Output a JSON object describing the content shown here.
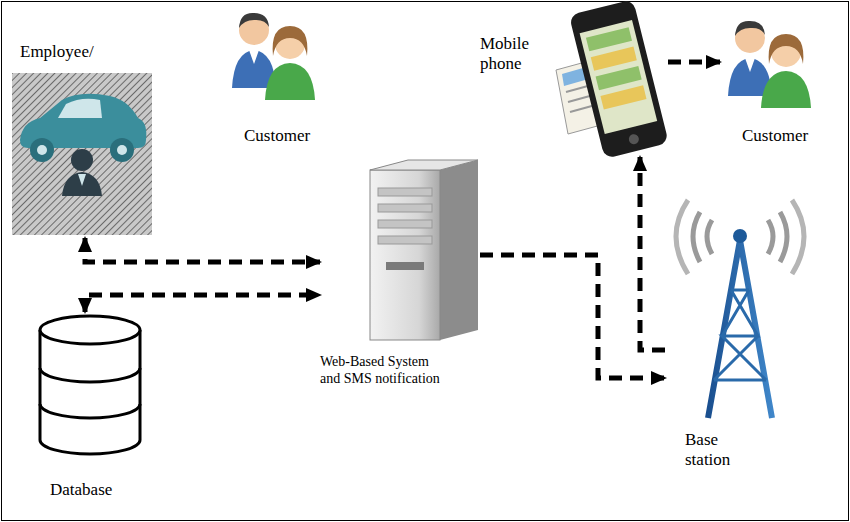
{
  "diagram": {
    "nodes": [
      {
        "text": [
          "Employee/"
        ]
      },
      {
        "text": [
          "Customer"
        ]
      },
      {
        "text": [
          "Mobile phone"
        ]
      },
      {
        "text": [
          "Customer"
        ]
      },
      {
        "text": [
          "Web-Based System and SMS notification"
        ]
      },
      {
        "text": [
          "Base station"
        ]
      },
      {
        "text": [
          "Database"
        ]
      }
    ],
    "edges": [
      {
        "from": 0,
        "to": 4,
        "arrow": "both"
      },
      {
        "from": 6,
        "to": 4,
        "arrow": "both"
      },
      {
        "from": 4,
        "to": 5,
        "arrow": "to"
      },
      {
        "from": 5,
        "to": 2,
        "arrow": "to"
      },
      {
        "from": 2,
        "to": 3,
        "arrow": "to"
      }
    ]
  }
}
